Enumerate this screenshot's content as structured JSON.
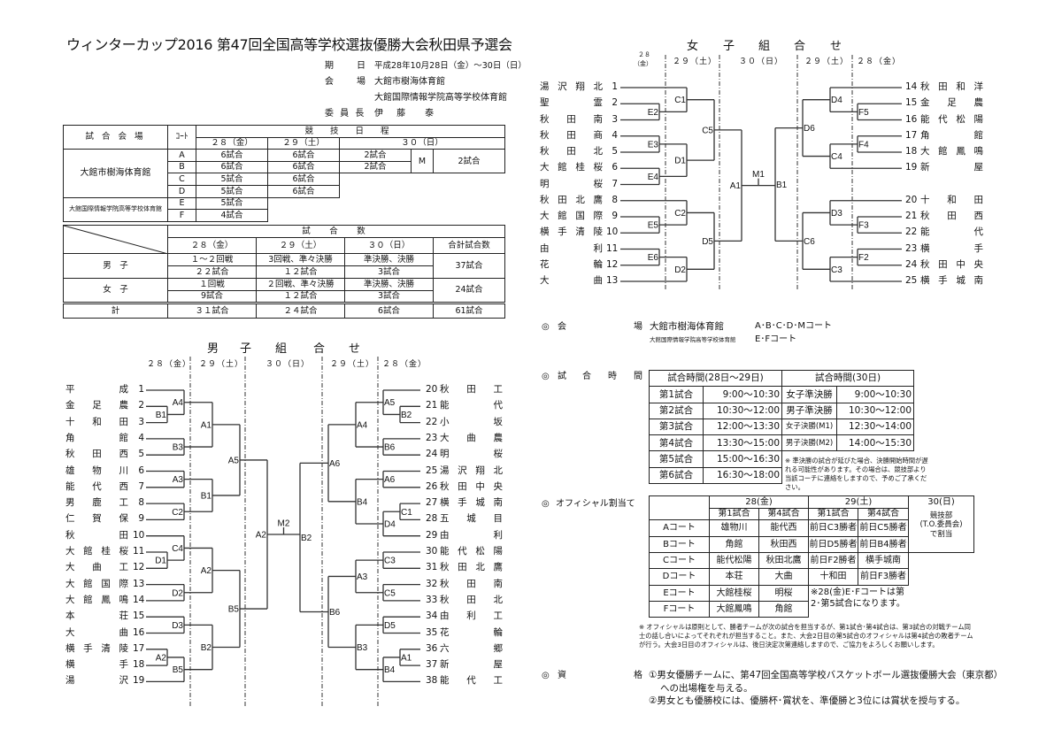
{
  "title": "ウィンターカップ2016 第47回全国高等学校選抜優勝大会秋田県予選会",
  "info": {
    "period_label1": "期",
    "period_label2": "日",
    "period": "平成28年10月28日（金）～30日（日）",
    "venue_label1": "会",
    "venue_label2": "場",
    "venue1": "大館市樹海体育館",
    "venue2": "大館国際情報学院高等学校体育館",
    "chair_label": "委 員 長",
    "chair": "伊 藤　泰"
  },
  "schedule_table": {
    "venue_header": "試 合 会 場",
    "court_header": "ｺｰﾄ",
    "schedule_header": "競 技 日 程",
    "day28": "２８（金）",
    "day29": "２９（土）",
    "day30": "３０（日）",
    "venue1": "大館市樹海体育館",
    "venue2": "大館国際情報学院高等学校体育館",
    "rows": [
      {
        "court": "A",
        "d28": "6試合",
        "d29": "6試合",
        "d30": "2試合"
      },
      {
        "court": "B",
        "d28": "6試合",
        "d29": "6試合",
        "d30": "2試合"
      },
      {
        "court": "C",
        "d28": "5試合",
        "d29": "6試合"
      },
      {
        "court": "D",
        "d28": "5試合",
        "d29": "6試合"
      },
      {
        "court": "E",
        "d28": "5試合"
      },
      {
        "court": "F",
        "d28": "4試合"
      }
    ],
    "m_court": "M",
    "m_games": "2試合"
  },
  "counts_table": {
    "header": "試　合　数",
    "day28": "２８（金）",
    "day29": "２９（土）",
    "day30": "３０（日）",
    "total_header": "合計試合数",
    "boys": {
      "label": "男　子",
      "r28": "１～２回戦",
      "r29": "3回戦、準々決勝",
      "r30": "準決勝、決勝",
      "g28": "２２試合",
      "g29": "１２試合",
      "g30": "3試合",
      "total": "37試合"
    },
    "girls": {
      "label": "女　子",
      "r28": "１回戦",
      "r29": "２回戦、準々決勝",
      "r30": "準決勝、決勝",
      "g28": "9試合",
      "g29": "１２試合",
      "g30": "3試合",
      "total": "24試合"
    },
    "sum": {
      "label": "計",
      "g28": "３１試合",
      "g29": "２４試合",
      "g30": "6試合",
      "total": "61試合"
    }
  },
  "boys": {
    "title": [
      "男",
      "子",
      "組",
      "合",
      "せ"
    ],
    "dates": {
      "l28": "２８（金）",
      "l29": "２９（土）",
      "c30": "３０（日）",
      "r29": "２９（土）",
      "r28": "２８（金）"
    },
    "left_teams": [
      {
        "num": "1",
        "name": "平成"
      },
      {
        "num": "2",
        "name": "金足農"
      },
      {
        "num": "3",
        "name": "十和田"
      },
      {
        "num": "4",
        "name": "角館"
      },
      {
        "num": "5",
        "name": "秋田西"
      },
      {
        "num": "6",
        "name": "雄物川"
      },
      {
        "num": "7",
        "name": "能代西"
      },
      {
        "num": "8",
        "name": "男鹿工"
      },
      {
        "num": "9",
        "name": "仁賀保"
      },
      {
        "num": "10",
        "name": "秋田"
      },
      {
        "num": "11",
        "name": "大館桂桜"
      },
      {
        "num": "12",
        "name": "大曲工"
      },
      {
        "num": "13",
        "name": "大館国際"
      },
      {
        "num": "14",
        "name": "大館鳳鳴"
      },
      {
        "num": "15",
        "name": "本荘"
      },
      {
        "num": "16",
        "name": "大曲"
      },
      {
        "num": "17",
        "name": "横手清陵"
      },
      {
        "num": "18",
        "name": "横手"
      },
      {
        "num": "19",
        "name": "湯沢"
      }
    ],
    "right_teams": [
      {
        "num": "20",
        "name": "秋田工"
      },
      {
        "num": "21",
        "name": "能代"
      },
      {
        "num": "22",
        "name": "小坂"
      },
      {
        "num": "23",
        "name": "大曲農"
      },
      {
        "num": "24",
        "name": "明桜"
      },
      {
        "num": "25",
        "name": "湯沢翔北"
      },
      {
        "num": "26",
        "name": "秋田中央"
      },
      {
        "num": "27",
        "name": "横手城南"
      },
      {
        "num": "28",
        "name": "五城目"
      },
      {
        "num": "29",
        "name": "由利"
      },
      {
        "num": "30",
        "name": "能代松陽"
      },
      {
        "num": "31",
        "name": "秋田北鷹"
      },
      {
        "num": "32",
        "name": "秋田南"
      },
      {
        "num": "33",
        "name": "秋田北"
      },
      {
        "num": "34",
        "name": "由利工"
      },
      {
        "num": "35",
        "name": "花輪"
      },
      {
        "num": "36",
        "name": "六郷"
      },
      {
        "num": "37",
        "name": "新屋"
      },
      {
        "num": "38",
        "name": "能代工"
      }
    ],
    "left_matches": [
      {
        "id": "m1",
        "l": "B1",
        "r": 1,
        "a": 2,
        "b": 3
      },
      {
        "id": "m2",
        "l": "D1",
        "r": 1,
        "a": 11,
        "b": 12
      },
      {
        "id": "m3",
        "l": "A2",
        "r": 1,
        "a": 17,
        "b": 18
      },
      {
        "id": "m4",
        "l": "A4",
        "r": 2,
        "a": 1,
        "b": "m1"
      },
      {
        "id": "m5",
        "l": "B3",
        "r": 2,
        "a": 4,
        "b": 5
      },
      {
        "id": "m6",
        "l": "A3",
        "r": 2,
        "a": 6,
        "b": 7
      },
      {
        "id": "m7",
        "l": "C2",
        "r": 2,
        "a": 8,
        "b": 9
      },
      {
        "id": "m8",
        "l": "C4",
        "r": 2,
        "a": 10,
        "b": "m2"
      },
      {
        "id": "m9",
        "l": "D2",
        "r": 2,
        "a": 13,
        "b": 14
      },
      {
        "id": "m10",
        "l": "D3",
        "r": 2,
        "a": 15,
        "b": 16
      },
      {
        "id": "m11",
        "l": "B5",
        "r": 2,
        "a": "m3",
        "b": 19
      },
      {
        "id": "m12",
        "l": "A1",
        "r": 3,
        "a": "m4",
        "b": "m5"
      },
      {
        "id": "m13",
        "l": "B1",
        "r": 3,
        "a": "m6",
        "b": "m7"
      },
      {
        "id": "m14",
        "l": "A2",
        "r": 3,
        "a": "m8",
        "b": "m9"
      },
      {
        "id": "m15",
        "l": "B2",
        "r": 3,
        "a": "m10",
        "b": "m11"
      },
      {
        "id": "m16",
        "l": "A5",
        "r": 4,
        "a": "m12",
        "b": "m13"
      },
      {
        "id": "m17",
        "l": "B5",
        "r": 4,
        "a": "m14",
        "b": "m15"
      },
      {
        "id": "m18",
        "l": "A2",
        "r": 5,
        "a": "m16",
        "b": "m17"
      }
    ],
    "right_matches": [
      {
        "id": "n1",
        "l": "B2",
        "r": 1,
        "a": 21,
        "b": 22
      },
      {
        "id": "n2",
        "l": "C1",
        "r": 1,
        "a": 27,
        "b": 28
      },
      {
        "id": "n3",
        "l": "A1",
        "r": 1,
        "a": 36,
        "b": 37
      },
      {
        "id": "n4",
        "l": "A5",
        "r": 2,
        "a": 20,
        "b": "n1"
      },
      {
        "id": "n5",
        "l": "B6",
        "r": 2,
        "a": 23,
        "b": 24
      },
      {
        "id": "n6",
        "l": "A6",
        "r": 2,
        "a": 25,
        "b": 26
      },
      {
        "id": "n7",
        "l": "D4",
        "r": 2,
        "a": "n2",
        "b": 29
      },
      {
        "id": "n8",
        "l": "C3",
        "r": 2,
        "a": 30,
        "b": 31
      },
      {
        "id": "n9",
        "l": "C5",
        "r": 2,
        "a": 32,
        "b": 33
      },
      {
        "id": "n10",
        "l": "D5",
        "r": 2,
        "a": 34,
        "b": 35
      },
      {
        "id": "n11",
        "l": "B4",
        "r": 2,
        "a": "n3",
        "b": 38
      },
      {
        "id": "n12",
        "l": "A4",
        "r": 3,
        "a": "n4",
        "b": "n5"
      },
      {
        "id": "n13",
        "l": "B4",
        "r": 3,
        "a": "n6",
        "b": "n7"
      },
      {
        "id": "n14",
        "l": "A3",
        "r": 3,
        "a": "n8",
        "b": "n9"
      },
      {
        "id": "n15",
        "l": "B3",
        "r": 3,
        "a": "n10",
        "b": "n11"
      },
      {
        "id": "n16",
        "l": "A6",
        "r": 4,
        "a": "n12",
        "b": "n13"
      },
      {
        "id": "n17",
        "l": "B6",
        "r": 4,
        "a": "n14",
        "b": "n15"
      },
      {
        "id": "n18",
        "l": "B2",
        "r": 5,
        "a": "n16",
        "b": "n17"
      }
    ],
    "final": "M2"
  },
  "girls": {
    "title": [
      "女",
      "子",
      "組",
      "合",
      "せ"
    ],
    "dates": {
      "l28a": "２８",
      "l28b": "（金）",
      "l29": "２９（土）",
      "c30": "３０（日）",
      "r29": "２９（土）",
      "r28": "２８（金）"
    },
    "left_teams": [
      {
        "num": "1",
        "name": "湯沢翔北"
      },
      {
        "num": "2",
        "name": "聖霊"
      },
      {
        "num": "3",
        "name": "秋田南"
      },
      {
        "num": "4",
        "name": "秋田商"
      },
      {
        "num": "5",
        "name": "秋田北"
      },
      {
        "num": "6",
        "name": "大館桂桜"
      },
      {
        "num": "7",
        "name": "明桜"
      },
      {
        "num": "8",
        "name": "秋田北鷹"
      },
      {
        "num": "9",
        "name": "大館国際"
      },
      {
        "num": "10",
        "name": "横手清陵"
      },
      {
        "num": "11",
        "name": "由利"
      },
      {
        "num": "12",
        "name": "花輪"
      },
      {
        "num": "13",
        "name": "大曲"
      }
    ],
    "right_teams": [
      {
        "num": "14",
        "name": "秋田和洋"
      },
      {
        "num": "15",
        "name": "金足農"
      },
      {
        "num": "16",
        "name": "能代松陽"
      },
      {
        "num": "17",
        "name": "角館"
      },
      {
        "num": "18",
        "name": "大館鳳鳴"
      },
      {
        "num": "19",
        "name": "新屋"
      },
      {
        "num": "20",
        "name": "十和田"
      },
      {
        "num": "21",
        "name": "秋田西"
      },
      {
        "num": "22",
        "name": "能代"
      },
      {
        "num": "23",
        "name": "横手"
      },
      {
        "num": "24",
        "name": "秋田中央"
      },
      {
        "num": "25",
        "name": "横手城南"
      }
    ],
    "left_matches": [
      {
        "id": "g1",
        "l": "E2",
        "r": 1,
        "a": 2,
        "b": 3
      },
      {
        "id": "g2",
        "l": "E3",
        "r": 1,
        "a": 4,
        "b": 5
      },
      {
        "id": "g3",
        "l": "E4",
        "r": 1,
        "a": 6,
        "b": 7
      },
      {
        "id": "g4",
        "l": "E5",
        "r": 1,
        "a": 9,
        "b": 10
      },
      {
        "id": "g5",
        "l": "E6",
        "r": 1,
        "a": 11,
        "b": 12
      },
      {
        "id": "g6",
        "l": "C1",
        "r": 2,
        "a": 1,
        "b": "g1"
      },
      {
        "id": "g7",
        "l": "D1",
        "r": 2,
        "a": "g2",
        "b": "g3"
      },
      {
        "id": "g8",
        "l": "C2",
        "r": 2,
        "a": 8,
        "b": "g4"
      },
      {
        "id": "g9",
        "l": "D2",
        "r": 2,
        "a": "g5",
        "b": 13
      },
      {
        "id": "g10",
        "l": "C5",
        "r": 3,
        "a": "g6",
        "b": "g7"
      },
      {
        "id": "g11",
        "l": "D5",
        "r": 3,
        "a": "g8",
        "b": "g9"
      },
      {
        "id": "g12",
        "l": "A1",
        "r": 4,
        "a": "g10",
        "b": "g11"
      }
    ],
    "right_matches": [
      {
        "id": "h1",
        "l": "F5",
        "r": 1,
        "a": 15,
        "b": 16
      },
      {
        "id": "h2",
        "l": "F4",
        "r": 1,
        "a": 17,
        "b": 18
      },
      {
        "id": "h3",
        "l": "F3",
        "r": 1,
        "a": 21,
        "b": 22
      },
      {
        "id": "h4",
        "l": "F2",
        "r": 1,
        "a": 23,
        "b": 24
      },
      {
        "id": "h5",
        "l": "D4",
        "r": 2,
        "a": 14,
        "b": "h1"
      },
      {
        "id": "h6",
        "l": "C4",
        "r": 2,
        "a": "h2",
        "b": 19
      },
      {
        "id": "h7",
        "l": "D3",
        "r": 2,
        "a": 20,
        "b": "h3"
      },
      {
        "id": "h8",
        "l": "C3",
        "r": 2,
        "a": "h4",
        "b": 25
      },
      {
        "id": "h9",
        "l": "D6",
        "r": 3,
        "a": "h5",
        "b": "h6"
      },
      {
        "id": "h10",
        "l": "C6",
        "r": 3,
        "a": "h7",
        "b": "h8"
      },
      {
        "id": "h11",
        "l": "B1",
        "r": 4,
        "a": "h9",
        "b": "h10"
      }
    ],
    "final": "M1"
  },
  "venues": {
    "mark": "◎",
    "label1": "会",
    "label2": "場",
    "venue1": "大館市樹海体育館",
    "courts1": "A･B･C･D･Mコート",
    "venue2": "大館国際情報学院高等学校体育館",
    "courts2": "E･Fコート"
  },
  "times": {
    "mark": "◎",
    "label": [
      "試",
      "合",
      "時",
      "間"
    ],
    "header_left": "試合時間(28日～29日)",
    "header_right": "試合時間(30日)",
    "left_rows": [
      {
        "game": "第1試合",
        "time": "9:00～10:30"
      },
      {
        "game": "第2試合",
        "time": "10:30～12:00"
      },
      {
        "game": "第3試合",
        "time": "12:00～13:30"
      },
      {
        "game": "第4試合",
        "time": "13:30～15:00"
      },
      {
        "game": "第5試合",
        "time": "15:00～16:30"
      },
      {
        "game": "第6試合",
        "time": "16:30～18:00"
      }
    ],
    "right_rows": [
      {
        "game": "女子準決勝",
        "time": "9:00～10:30"
      },
      {
        "game": "男子準決勝",
        "time": "10:30～12:00"
      },
      {
        "game": "女子決勝(M1)",
        "time": "12:30～14:00"
      },
      {
        "game": "男子決勝(M2)",
        "time": "14:00～15:30"
      }
    ],
    "note": "※ 準決勝の試合が延びた場合、決勝開始時間が遅れる可能性があります。その場合は、競技部より当該コーチに連絡をしますので、予めご了承ください。"
  },
  "officials": {
    "mark": "◎",
    "label": "オフィシャル割当て",
    "day28": "28(金)",
    "day29": "29(土)",
    "day30": "30(日)",
    "g1": "第1試合",
    "g4": "第4試合",
    "day30_note": [
      "競技部",
      "(T.O.委員会)",
      "で割当"
    ],
    "rows": [
      {
        "court": "Aコート",
        "a": "雄物川",
        "b": "能代西",
        "c": "前日C3勝者",
        "d": "前日C5勝者"
      },
      {
        "court": "Bコート",
        "a": "角館",
        "b": "秋田西",
        "c": "前日D5勝者",
        "d": "前日B4勝者"
      },
      {
        "court": "Cコート",
        "a": "能代松陽",
        "b": "秋田北鷹",
        "c": "前日F2勝者",
        "d": "横手城南"
      },
      {
        "court": "Dコート",
        "a": "本荘",
        "b": "大曲",
        "c": "十和田",
        "d": "前日F3勝者"
      },
      {
        "court": "Eコート",
        "a": "大館桂桜",
        "b": "明桜"
      },
      {
        "court": "Fコート",
        "a": "大館鳳鳴",
        "b": "角館"
      }
    ],
    "ef_note": "※28(金)E･Fコートは第2･第5試合になります。",
    "footnote": "※ オフィシャルは原則として、勝者チームが次の試合を担当するが、第1試合･第4試合は、第3試合の対戦チーム同士の話し合いによってそれぞれが担当すること。また、大会2日目の第5試合のオフィシャルは第4試合の敗者チームが行う。大会3日目のオフィシャルは、後日決定次第連絡しますので、ご協力をよろしくお願いします。"
  },
  "qualification": {
    "mark": "◎",
    "label1": "資",
    "label2": "格",
    "item1a": "①男女優勝チームに、第47回全国高等学校バスケットボール選抜優勝大会（東京都）",
    "item1b": "への出場権を与える。",
    "item2": "②男女とも優勝校には、優勝杯･賞状を、準優勝と3位には賞状を授与する。"
  }
}
